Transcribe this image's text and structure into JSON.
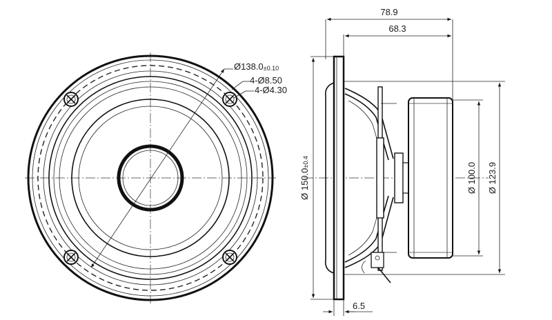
{
  "dimensions": {
    "overall_depth": "78.9",
    "motor_depth": "68.3",
    "frame_diameter_main": "Ø 150.0",
    "frame_diameter_tol": "±0.4",
    "magnet_diameter": "Ø 100.0",
    "basket_diameter": "Ø 123.9",
    "flange_thickness": "6.5",
    "bolt_circle_main": "Ø138.0",
    "bolt_circle_tol": "±0.10",
    "mount_holes": "4-Ø8.50",
    "small_holes": "4-Ø4.30"
  }
}
